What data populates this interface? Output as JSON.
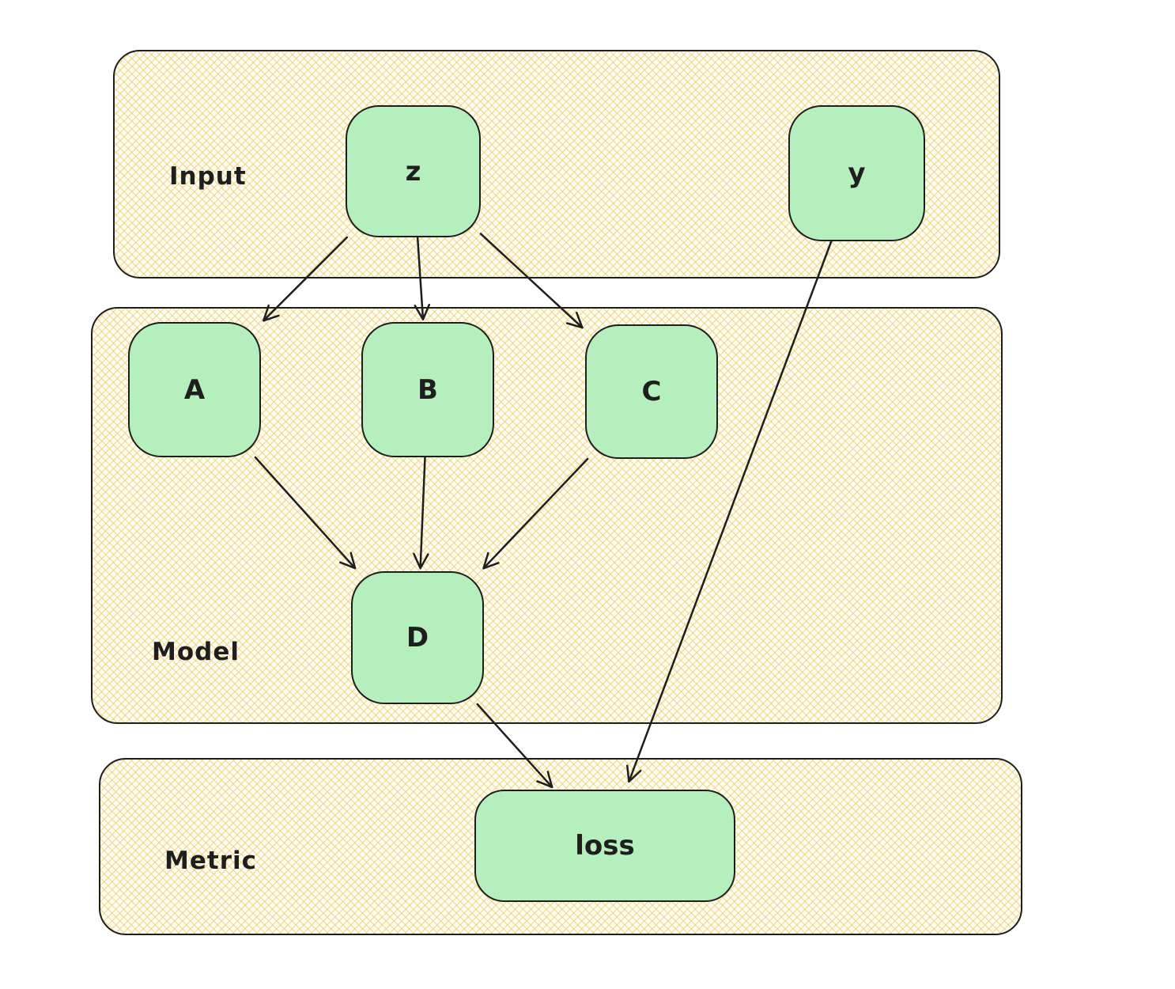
{
  "diagram": {
    "colors": {
      "stroke": "#1e1e1e",
      "node_fill": "#b6efbe",
      "section_base": "#fffef6",
      "hatch": "#eec454"
    },
    "sections": [
      {
        "id": "input",
        "label": "Input"
      },
      {
        "id": "model",
        "label": "Model"
      },
      {
        "id": "metric",
        "label": "Metric"
      }
    ],
    "nodes": [
      {
        "id": "z",
        "label": "z",
        "section": "input"
      },
      {
        "id": "y",
        "label": "y",
        "section": "input"
      },
      {
        "id": "A",
        "label": "A",
        "section": "model"
      },
      {
        "id": "B",
        "label": "B",
        "section": "model"
      },
      {
        "id": "C",
        "label": "C",
        "section": "model"
      },
      {
        "id": "D",
        "label": "D",
        "section": "model"
      },
      {
        "id": "loss",
        "label": "loss",
        "section": "metric"
      }
    ],
    "edges": [
      {
        "from": "z",
        "to": "A"
      },
      {
        "from": "z",
        "to": "B"
      },
      {
        "from": "z",
        "to": "C"
      },
      {
        "from": "A",
        "to": "D"
      },
      {
        "from": "B",
        "to": "D"
      },
      {
        "from": "C",
        "to": "D"
      },
      {
        "from": "D",
        "to": "loss"
      },
      {
        "from": "y",
        "to": "loss"
      }
    ]
  }
}
